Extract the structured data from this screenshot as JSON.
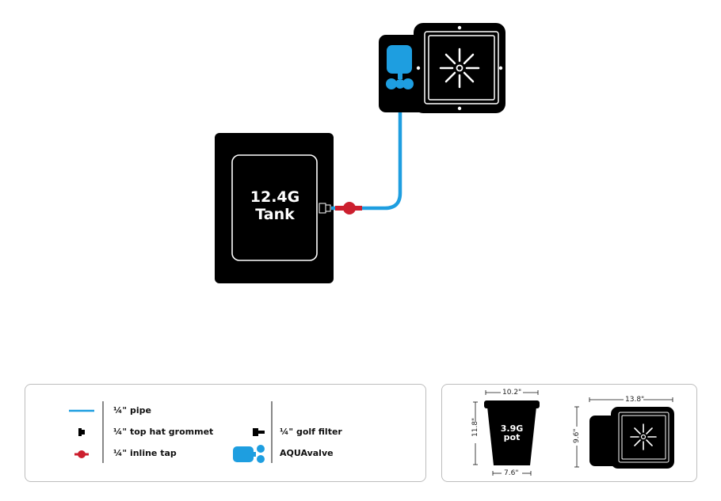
{
  "diagram": {
    "tank_label_line1": "12.4G",
    "tank_label_line2": "Tank"
  },
  "legend": {
    "pipe_label": "¼\" pipe",
    "top_hat_grommet_label": "¼\" top hat grommet",
    "inline_tap_label": "¼\" inline tap",
    "golf_filter_label": "¼\" golf filter",
    "aquavalve_label": "AQUAvalve"
  },
  "dimensions": {
    "pot_top_width": "10.2\"",
    "pot_height": "11.8\"",
    "pot_bottom_width": "7.6\"",
    "pot_label_line1": "3.9G",
    "pot_label_line2": "pot",
    "tray_width": "13.8\"",
    "tray_height": "9.6\""
  },
  "colors": {
    "pipe": "#1e9ee0",
    "tap": "#cc1f2e",
    "black": "#000000",
    "border": "#bdbdbd"
  }
}
